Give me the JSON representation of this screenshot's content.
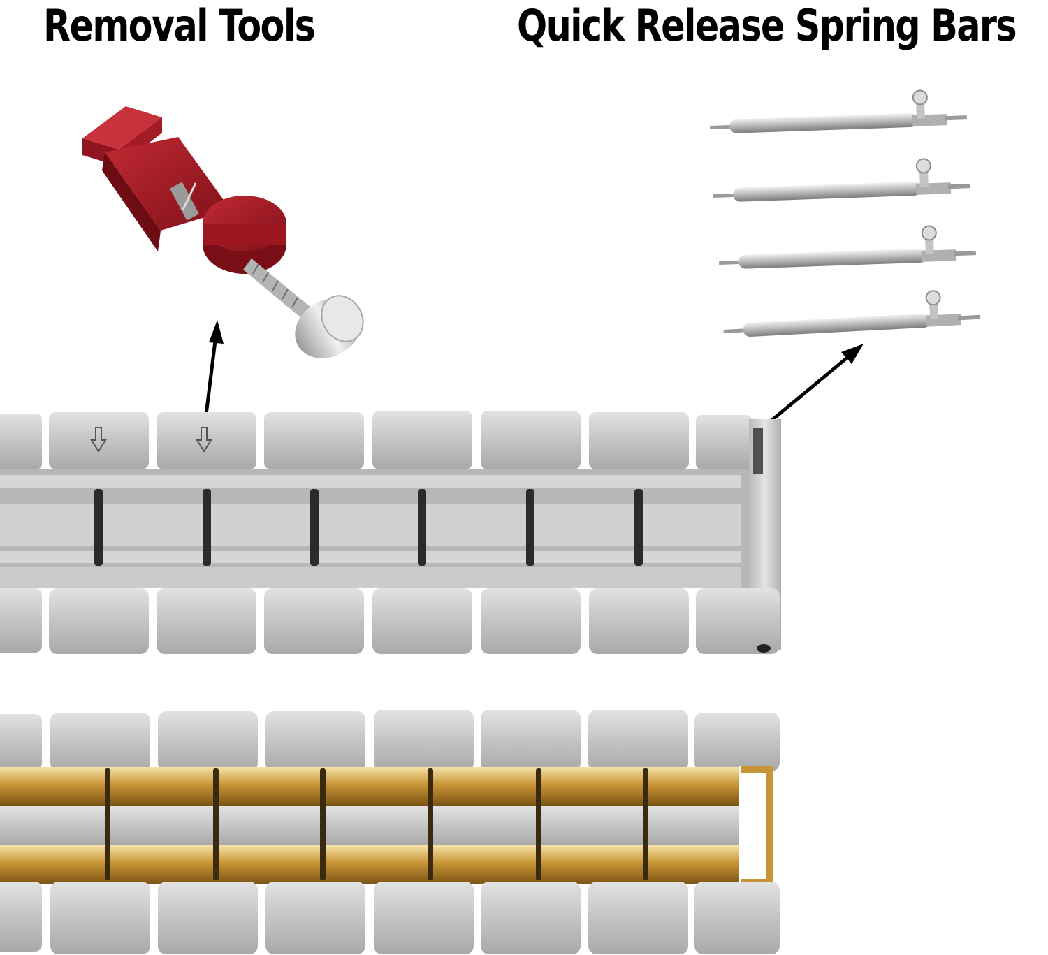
{
  "headings": {
    "removal_tools": "Removal Tools",
    "spring_bars": "Quick Release Spring Bars"
  },
  "colors": {
    "background": "#ffffff",
    "tool_red": "#a81a24",
    "steel": "#c9c9c9",
    "gold": "#c79a3c",
    "arrow": "#000000"
  },
  "spring_bar_count": 4,
  "icons": [
    "down-arrow-engraving-icon",
    "down-arrow-engraving-icon"
  ]
}
